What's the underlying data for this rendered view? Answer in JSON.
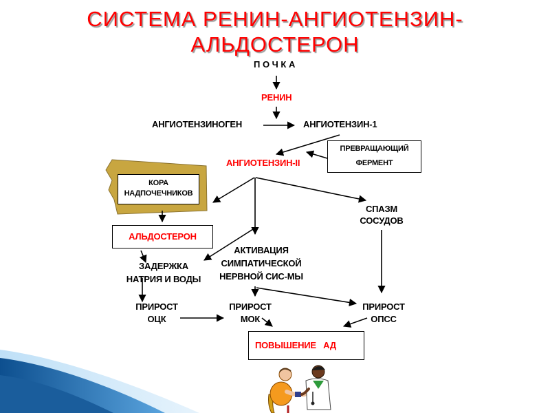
{
  "title": {
    "line1": "СИСТЕМА  РЕНИН-АНГИОТЕНЗИН-",
    "line2": "АЛЬДОСТЕРОН"
  },
  "nodes": {
    "kidney": "П О Ч К А",
    "renin": "РЕНИН",
    "angiotensinogen": "АНГИОТЕНЗИНОГЕН",
    "angiotensin1": "АНГИОТЕНЗИН-1",
    "angiotensin2": "АНГИОТЕНЗИН-II",
    "enzyme": "ПРЕВРАЩАЮЩИЙ ФЕРМЕНТ",
    "adrenal_cortex": [
      "КОРА",
      "НАДПОЧЕЧНИКОВ"
    ],
    "aldosterone": "АЛЬДОСТЕРОН",
    "vasospasm": [
      "СПАЗМ",
      "СОСУДОВ"
    ],
    "sympathetic": [
      "АКТИВАЦИЯ",
      "СИМПАТИЧЕСКОЙ",
      "НЕРВНОЙ СИС-МЫ"
    ],
    "retention": [
      "ЗАДЕРЖКА",
      "НАТРИЯ И ВОДЫ"
    ],
    "occ": [
      "ПРИРОСТ",
      "ОЦК"
    ],
    "mok": [
      "ПРИРОСТ",
      "МОК"
    ],
    "opss": [
      "ПРИРОСТ",
      "ОПСС"
    ],
    "bp_rise": "ПОВЫШЕНИЕ   АД"
  },
  "colors": {
    "title": "#ff0000",
    "highlight": "#ff0000",
    "adrenal_shape": "#c8a640",
    "ribbon_dark": "#1a5d9c",
    "ribbon_light": "#8fc3ea"
  }
}
